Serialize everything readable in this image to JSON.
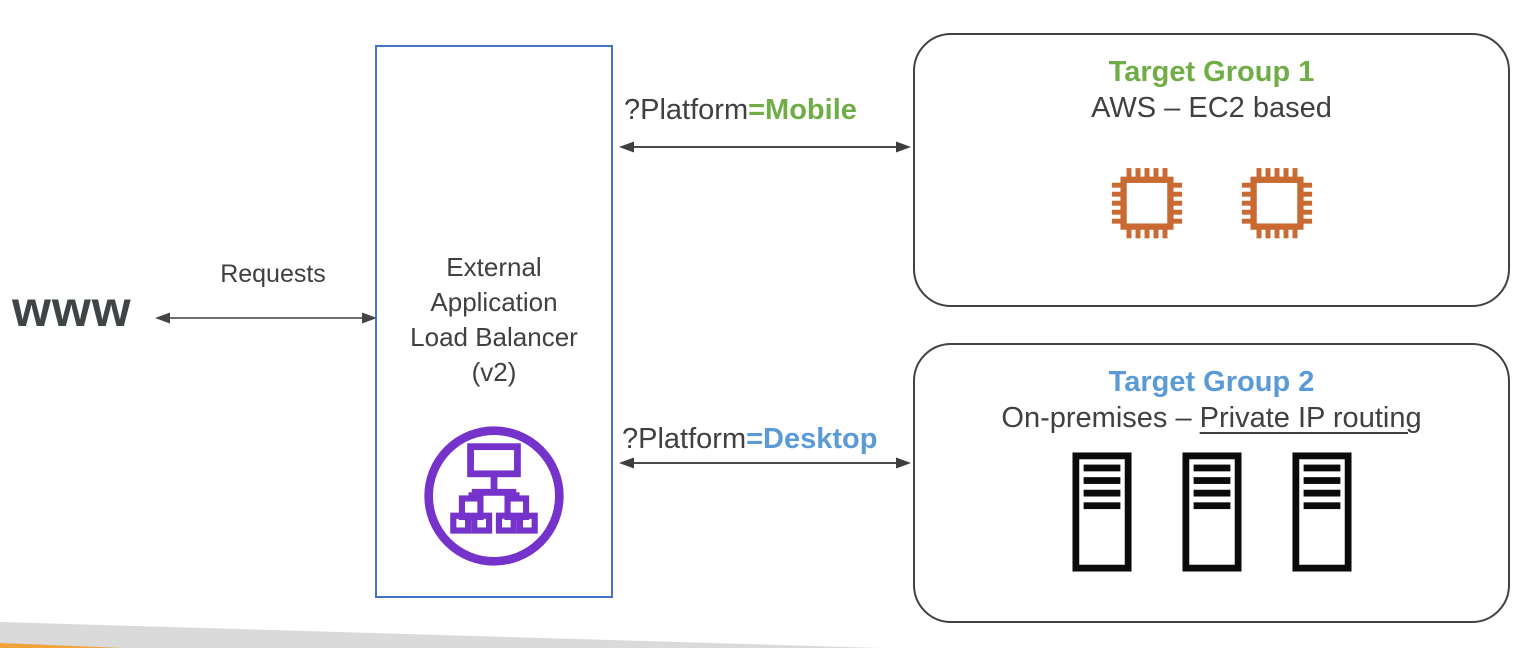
{
  "www_label": "www",
  "requests_label": "Requests",
  "load_balancer": {
    "label": "External\nApplication\nLoad Balancer\n(v2)"
  },
  "routes": {
    "mobile": {
      "prefix": "?Platform",
      "value": "=Mobile"
    },
    "desktop": {
      "prefix": "?Platform",
      "value": "=Desktop"
    }
  },
  "target_group_1": {
    "title": "Target Group 1",
    "subtitle": "AWS – EC2 based",
    "instance_count": 2
  },
  "target_group_2": {
    "title": "Target Group 2",
    "subtitle_prefix": "On-premises – ",
    "subtitle_underlined": "Private IP routing",
    "server_count": 3
  },
  "icons": {
    "load_balancer": "elastic-load-balancer-node-tree",
    "target_group_1_instance": "ec2-chip",
    "target_group_2_server": "server-rack",
    "connectors": "double-headed-arrow"
  },
  "colors": {
    "text_dark": "#404040",
    "accent_green": "#70AD47",
    "accent_blue": "#5B9BD5",
    "lb_border_blue": "#4472C4",
    "lb_icon_purple": "#7633CB",
    "ec2_orange": "#C96A32",
    "server_black": "#0b0b0b",
    "decoration_gray": "#DADADA",
    "decoration_orange": "#F1A23B"
  }
}
